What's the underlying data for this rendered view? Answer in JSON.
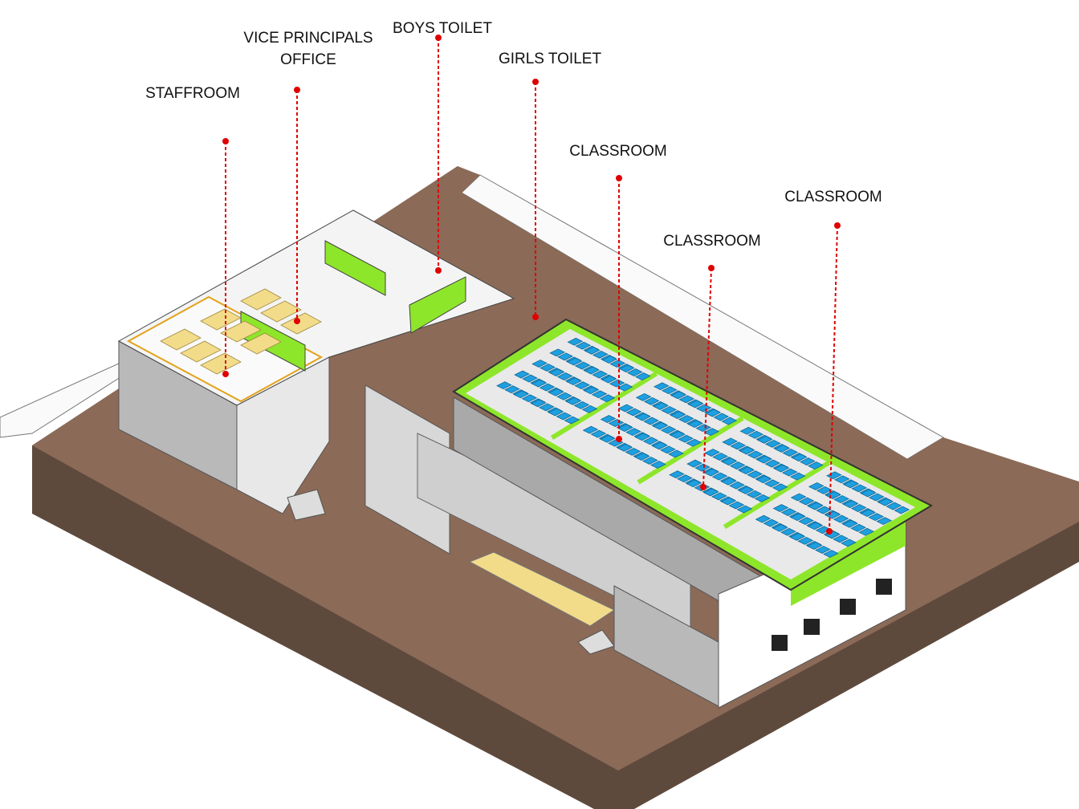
{
  "labels": [
    {
      "id": "staffroom",
      "lines": [
        "STAFFROOM"
      ]
    },
    {
      "id": "vice-principals-office",
      "lines": [
        "VICE PRINCIPALS",
        "OFFICE"
      ]
    },
    {
      "id": "boys-toilet",
      "lines": [
        "BOYS TOILET"
      ]
    },
    {
      "id": "girls-toilet",
      "lines": [
        "GIRLS TOILET"
      ]
    },
    {
      "id": "classroom-1",
      "lines": [
        "CLASSROOM"
      ]
    },
    {
      "id": "classroom-2",
      "lines": [
        "CLASSROOM"
      ]
    },
    {
      "id": "classroom-3",
      "lines": [
        "CLASSROOM"
      ]
    }
  ],
  "colors": {
    "ground": "#8b6a58",
    "ground_side": "#5e4a3d",
    "wall": "#b9b9b9",
    "wall_dark": "#8e8e8e",
    "floor": "#f4f4f4",
    "green": "#8ee62a",
    "desk": "#1e9fe0",
    "staff_desk": "#f2dc8a",
    "leader": "#e00000",
    "accent": "#e3a21a"
  }
}
